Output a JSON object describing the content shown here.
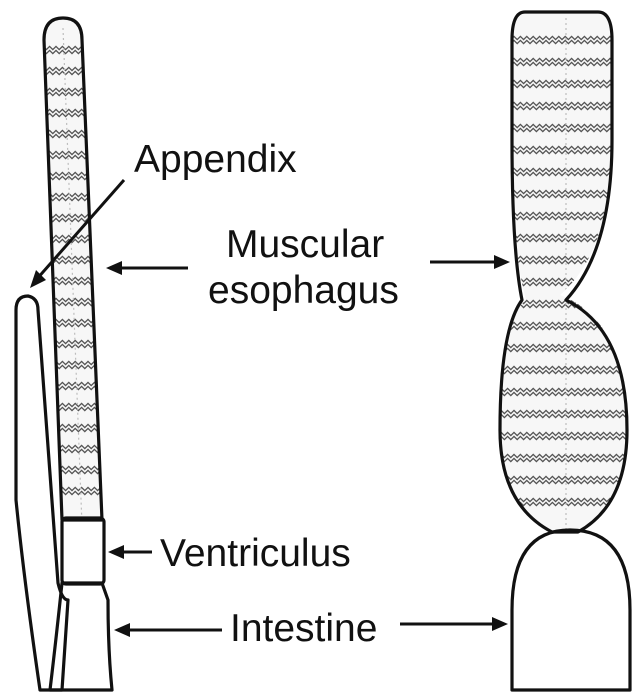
{
  "labels": {
    "appendix": "Appendix",
    "muscular_line1": "Muscular",
    "muscular_line2": "esophagus",
    "ventriculus": "Ventriculus",
    "intestine": "Intestine"
  },
  "colors": {
    "outline": "#111111",
    "esophagus_fill": "#f7f7f7",
    "esophagus_pattern": "#555555",
    "intestine_fill": "#d4d4d4",
    "ventriculus_fill": "#6a6a6a",
    "appendix_fill": "#d4d4d4"
  }
}
